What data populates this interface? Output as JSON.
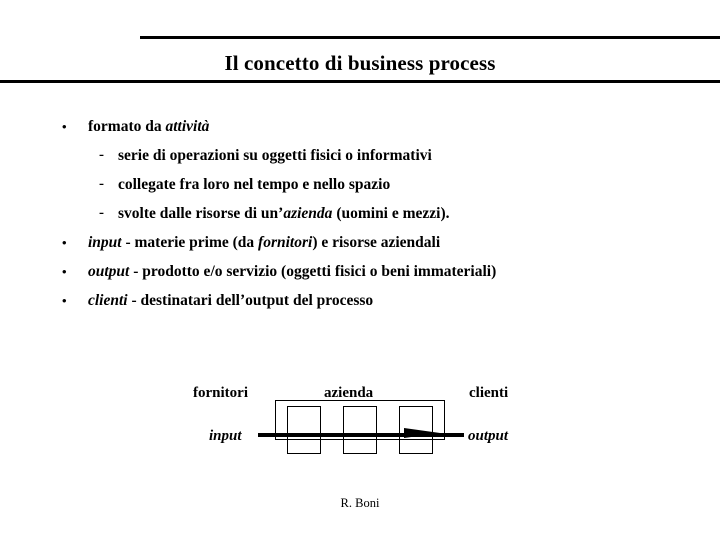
{
  "slide": {
    "title": "Il concetto di business process",
    "footer_author": "R. Boni"
  },
  "body": {
    "bullets": [
      {
        "level": 1,
        "marker": "•",
        "segments": [
          {
            "text": "formato da ",
            "style": "normal"
          },
          {
            "text": "attività",
            "style": "italic"
          }
        ]
      },
      {
        "level": 2,
        "marker": "-",
        "segments": [
          {
            "text": "serie di operazioni su oggetti fisici o informativi",
            "style": "normal"
          }
        ]
      },
      {
        "level": 2,
        "marker": "-",
        "segments": [
          {
            "text": "collegate fra loro nel tempo e nello spazio",
            "style": "normal"
          }
        ]
      },
      {
        "level": 2,
        "marker": "-",
        "segments": [
          {
            "text": "svolte dalle risorse di un’",
            "style": "normal"
          },
          {
            "text": "azienda",
            "style": "italic"
          },
          {
            "text": " (uomini e mezzi).",
            "style": "normal"
          }
        ]
      },
      {
        "level": 1,
        "marker": "•",
        "segments": [
          {
            "text": "input",
            "style": "italic"
          },
          {
            "text": " - materie prime (da ",
            "style": "normal"
          },
          {
            "text": "fornitori",
            "style": "italic"
          },
          {
            "text": ") e risorse aziendali",
            "style": "normal"
          }
        ]
      },
      {
        "level": 1,
        "marker": "•",
        "segments": [
          {
            "text": "output",
            "style": "italic"
          },
          {
            "text": " - prodotto e/o servizio (oggetti fisici o beni immateriali)",
            "style": "normal"
          }
        ]
      },
      {
        "level": 1,
        "marker": "•",
        "segments": [
          {
            "text": "clienti",
            "style": "italic"
          },
          {
            "text": " - destinatari dell’output del processo",
            "style": "normal"
          }
        ]
      }
    ]
  },
  "diagram": {
    "label_fornitori": "fornitori",
    "label_azienda": "azienda",
    "label_clienti": "clienti",
    "label_input": "input",
    "label_output": "output",
    "activity_boxes": 3,
    "line_color": "#000000"
  }
}
